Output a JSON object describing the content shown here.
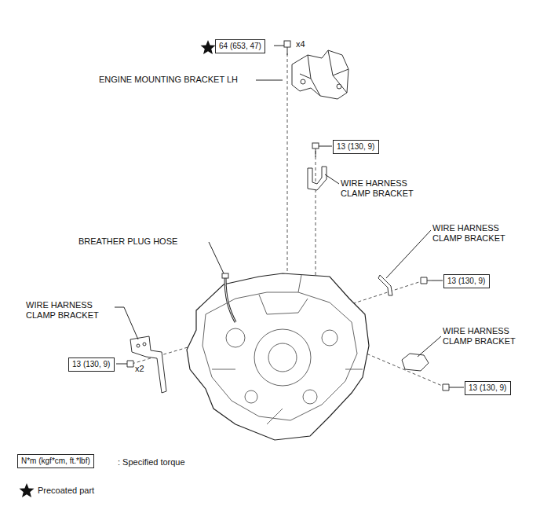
{
  "diagram": {
    "nodes": [
      {
        "text": [
          "64 (653, 47)"
        ]
      },
      {
        "text": [
          "13 (130, 9)"
        ]
      },
      {
        "text": [
          "13 (130, 9)"
        ]
      },
      {
        "text": [
          "13 (130, 9)"
        ]
      },
      {
        "text": [
          "13 (130, 9)"
        ]
      },
      {
        "text": [
          "N*m (kgf*cm, ft.*lbf)"
        ]
      }
    ],
    "labels": [
      "x4",
      "ENGINE MOUNTING BRACKET LH",
      "WIRE HARNESS CLAMP BRACKET",
      "WIRE HARNESS CLAMP BRACKET",
      "BREATHER PLUG HOSE",
      "WIRE HARNESS CLAMP BRACKET",
      "WIRE HARNESS CLAMP BRACKET",
      "x2"
    ],
    "legend": [
      {
        "text": ": Specified torque"
      },
      {
        "text": "Precoated part"
      }
    ]
  }
}
